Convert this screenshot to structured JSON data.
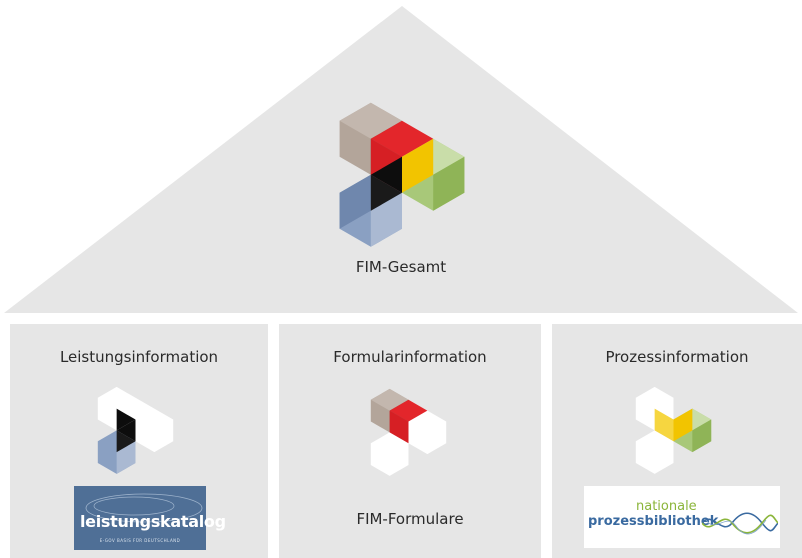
{
  "roof": {
    "label": "FIM-Gesamt"
  },
  "pillars": [
    {
      "title": "Leistungsinformation",
      "logo": {
        "name": "leistungskatalog-logo",
        "text": "leistungskatalog",
        "tagline": "E-GOV BASIS FÜR DEUTSCHLAND"
      }
    },
    {
      "title": "Formularinformation",
      "subtitle": "FIM-Formulare"
    },
    {
      "title": "Prozessinformation",
      "logo": {
        "name": "nationale-prozessbibliothek-logo",
        "line1": "nationale",
        "line2": "prozessbibliothek"
      }
    }
  ],
  "colors": {
    "roof": "#e6e6e6",
    "pillar": "#e6e6e6",
    "brown": "#9f8b7e",
    "red": "#e3262b",
    "black": "#0d0d0d",
    "gold": "#f2c400",
    "green": "#95ba5a",
    "blue": "#7b93b7",
    "white": "#ffffff"
  }
}
